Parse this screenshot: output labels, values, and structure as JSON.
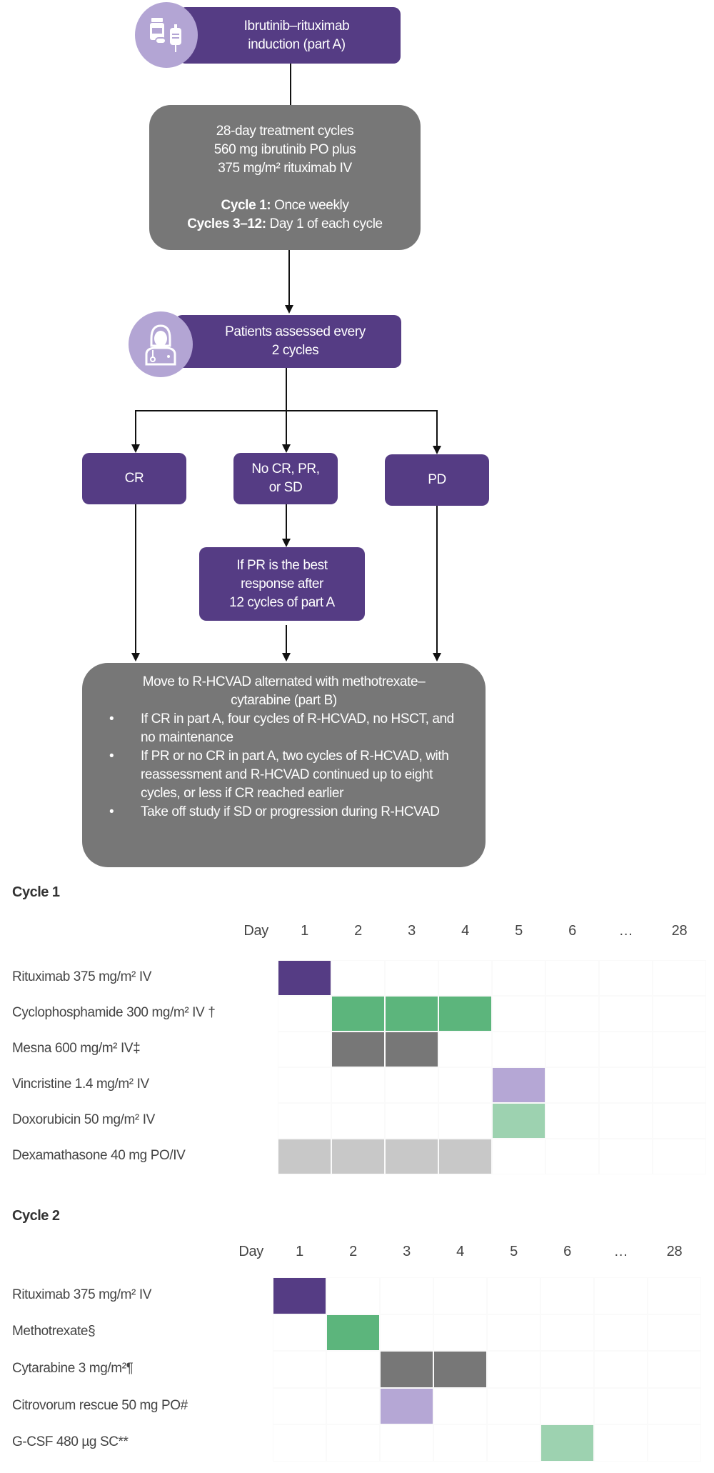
{
  "flowchart": {
    "induction": {
      "line1": "Ibrutinib–rituximab",
      "line2": "induction (part A)",
      "icon": "pill-bottle-iv-bag-icon"
    },
    "treatment": {
      "line1": "28-day treatment cycles",
      "line2": "560 mg  ibrutinib PO plus",
      "line3": "375 mg/m² rituximab IV",
      "cycle1_label": "Cycle 1:",
      "cycle1_text": " Once weekly",
      "cycles3_label": "Cycles 3–12:",
      "cycles3_text": " Day 1 of  each cycle"
    },
    "assessment": {
      "line1": "Patients assessed every",
      "line2": "2 cycles",
      "icon": "doctor-icon"
    },
    "outcomes": {
      "cr": "CR",
      "mid_line1": "No CR, PR,",
      "mid_line2": "or SD",
      "pd": "PD"
    },
    "pr_box": {
      "line1": "If PR is the best",
      "line2": "response after",
      "line3": "12 cycles of part A"
    },
    "part_b": {
      "title_line1": "Move to R-HCVAD alternated with methotrexate–",
      "title_line2": "cytarabine (part B)",
      "bullet": "•",
      "bullets": [
        "If CR in part A, four cycles of R-HCVAD, no HSCT, and no maintenance",
        "If PR or no CR in part A, two cycles of R-HCVAD, with reassessment and R-HCVAD continued up to eight cycles, or less if CR reached earlier",
        "Take off study if SD or progression during R-HCVAD"
      ]
    }
  },
  "colors": {
    "purple": "#553c84",
    "light_purple": "#b5a7d5",
    "gray": "#777777",
    "green": "#5cb57c",
    "light_green": "#9dd2b0",
    "light_gray": "#c8c8c8"
  },
  "schedules": [
    {
      "title": "Cycle 1",
      "day_label": "Day",
      "days": [
        "1",
        "2",
        "3",
        "4",
        "5",
        "6",
        "…",
        "28"
      ],
      "rows": [
        {
          "label": "Rituximab 375 mg/m² IV",
          "days": [
            1
          ],
          "color": "purple"
        },
        {
          "label": "Cyclophosphamide 300 mg/m² IV †",
          "days": [
            2,
            3,
            4
          ],
          "color": "green"
        },
        {
          "label": "Mesna 600 mg/m² IV‡",
          "days": [
            2,
            3
          ],
          "color": "gray"
        },
        {
          "label": "Vincristine 1.4 mg/m² IV",
          "days": [
            5
          ],
          "color": "light_purple"
        },
        {
          "label": "Doxorubicin 50 mg/m² IV",
          "days": [
            5
          ],
          "color": "light_green"
        },
        {
          "label": "Dexamathasone 40 mg PO/IV",
          "days": [
            1,
            2,
            3,
            4
          ],
          "color": "light_gray"
        }
      ]
    },
    {
      "title": "Cycle 2",
      "day_label": "Day",
      "days": [
        "1",
        "2",
        "3",
        "4",
        "5",
        "6",
        "…",
        "28"
      ],
      "rows": [
        {
          "label": "Rituximab 375 mg/m² IV",
          "days": [
            1
          ],
          "color": "purple"
        },
        {
          "label": "Methotrexate§",
          "days": [
            2
          ],
          "color": "green"
        },
        {
          "label": "Cytarabine 3 mg/m²¶",
          "days": [
            3,
            4
          ],
          "color": "gray"
        },
        {
          "label": "Citrovorum rescue 50 mg PO#",
          "days": [
            3
          ],
          "color": "light_purple"
        },
        {
          "label": "G-CSF 480 µg SC**",
          "days": [
            6
          ],
          "color": "light_green"
        }
      ]
    }
  ]
}
